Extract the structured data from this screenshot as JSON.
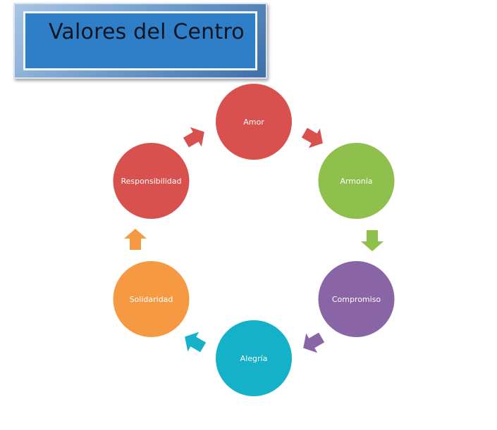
{
  "title": "Valores del Centro",
  "nodes": [
    {
      "label": "Amor",
      "color": "#d9514e"
    },
    {
      "label": "Armonía",
      "color": "#8fbf4d"
    },
    {
      "label": "Compromiso",
      "color": "#8a65a5"
    },
    {
      "label": "Alegría",
      "color": "#14b1c8"
    },
    {
      "label": "Solidaridad",
      "color": "#f59a42"
    },
    {
      "label": "Responsibilidad",
      "color": "#d9514e"
    }
  ],
  "connectors": [
    {
      "from": "Amor",
      "to": "Armonía",
      "color": "#d9514e",
      "icon": "arrow-icon"
    },
    {
      "from": "Armonía",
      "to": "Compromiso",
      "color": "#8fbf4d",
      "icon": "arrow-icon"
    },
    {
      "from": "Compromiso",
      "to": "Alegría",
      "color": "#8a65a5",
      "icon": "arrow-icon"
    },
    {
      "from": "Alegría",
      "to": "Solidaridad",
      "color": "#14b1c8",
      "icon": "arrow-icon"
    },
    {
      "from": "Solidaridad",
      "to": "Responsibilidad",
      "color": "#f59a42",
      "icon": "arrow-icon"
    },
    {
      "from": "Responsibilidad",
      "to": "Amor",
      "color": "#d9514e",
      "icon": "arrow-icon"
    }
  ]
}
